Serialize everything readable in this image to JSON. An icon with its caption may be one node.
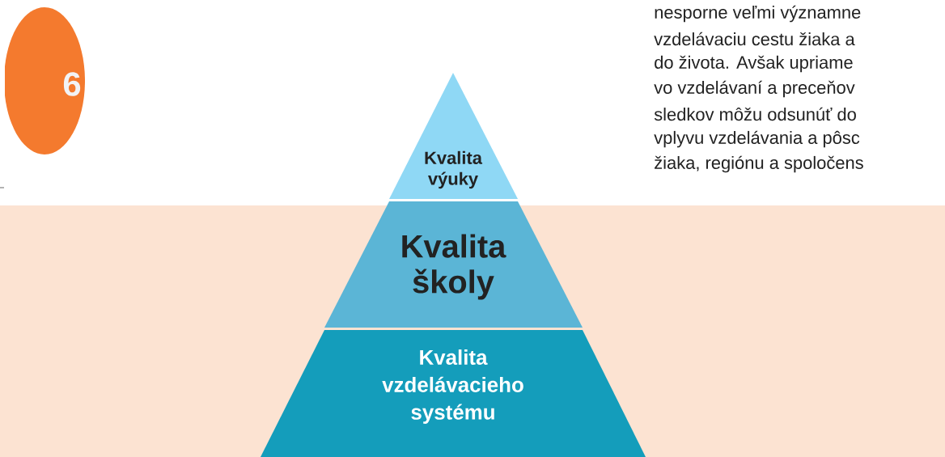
{
  "diagram": {
    "nodes": [
      {
        "text": [
          "6"
        ]
      },
      {
        "text": [
          "Kvalita výuky"
        ]
      },
      {
        "text": [
          "Kvalita školy"
        ]
      },
      {
        "text": [
          "Kvalita vzdelávacieho systému"
        ]
      }
    ],
    "labels": [
      "nesporne veľmi významne",
      "vzdelávaciu cestu žiaka a",
      "do života. Avšak upriame",
      "vo vzdelávaní a preceňov",
      "sledkov môžu odsunúť do",
      "vplyvu vzdelávania a pôsc",
      "žiaka, regiónu a spoločens"
    ]
  }
}
